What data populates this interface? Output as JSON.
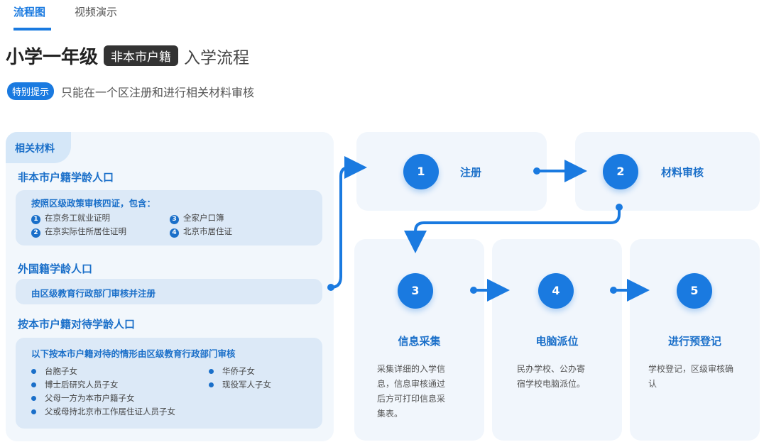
{
  "tabs": [
    {
      "label": "流程图",
      "active": true
    },
    {
      "label": "视频演示",
      "active": false
    }
  ],
  "title": {
    "main": "小学一年级",
    "badge": "非本市户籍",
    "rest": "入学流程"
  },
  "notice": {
    "pill": "特别提示",
    "text": "只能在一个区注册和进行相关材料审核"
  },
  "materials": {
    "tab": "相关材料",
    "sections": [
      {
        "heading": "非本市户籍学龄人口",
        "box_title": "按照区级政策审核四证，包含：",
        "items": [
          {
            "n": "1",
            "text": "在京务工就业证明"
          },
          {
            "n": "3",
            "text": "全家户口簿"
          },
          {
            "n": "2",
            "text": "在京实际住所居住证明"
          },
          {
            "n": "4",
            "text": "北京市居住证"
          }
        ]
      },
      {
        "heading": "外国籍学龄人口",
        "box_title": "由区级教育行政部门审核并注册"
      },
      {
        "heading": "按本市户籍对待学龄人口",
        "box_title": "以下按本市户籍对待的情形由区级教育行政部门审核",
        "items": [
          "台胞子女",
          "华侨子女",
          "博士后研究人员子女",
          "现役军人子女",
          "父母一方为本市户籍子女",
          "",
          "父或母持北京市工作居住证人员子女"
        ]
      }
    ]
  },
  "steps": [
    {
      "n": "1",
      "title": "注册"
    },
    {
      "n": "2",
      "title": "材料审核"
    },
    {
      "n": "3",
      "title": "信息采集",
      "desc": "采集详细的入学信息，信息审核通过后方可打印信息采集表。"
    },
    {
      "n": "4",
      "title": "电脑派位",
      "desc": "民办学校、公办寄宿学校电脑派位。"
    },
    {
      "n": "5",
      "title": "进行预登记",
      "desc": "学校登记，区级审核确认"
    }
  ],
  "colors": {
    "accent": "#1a7ae0",
    "panel": "#f2f7fc",
    "box": "#dce9f7"
  }
}
